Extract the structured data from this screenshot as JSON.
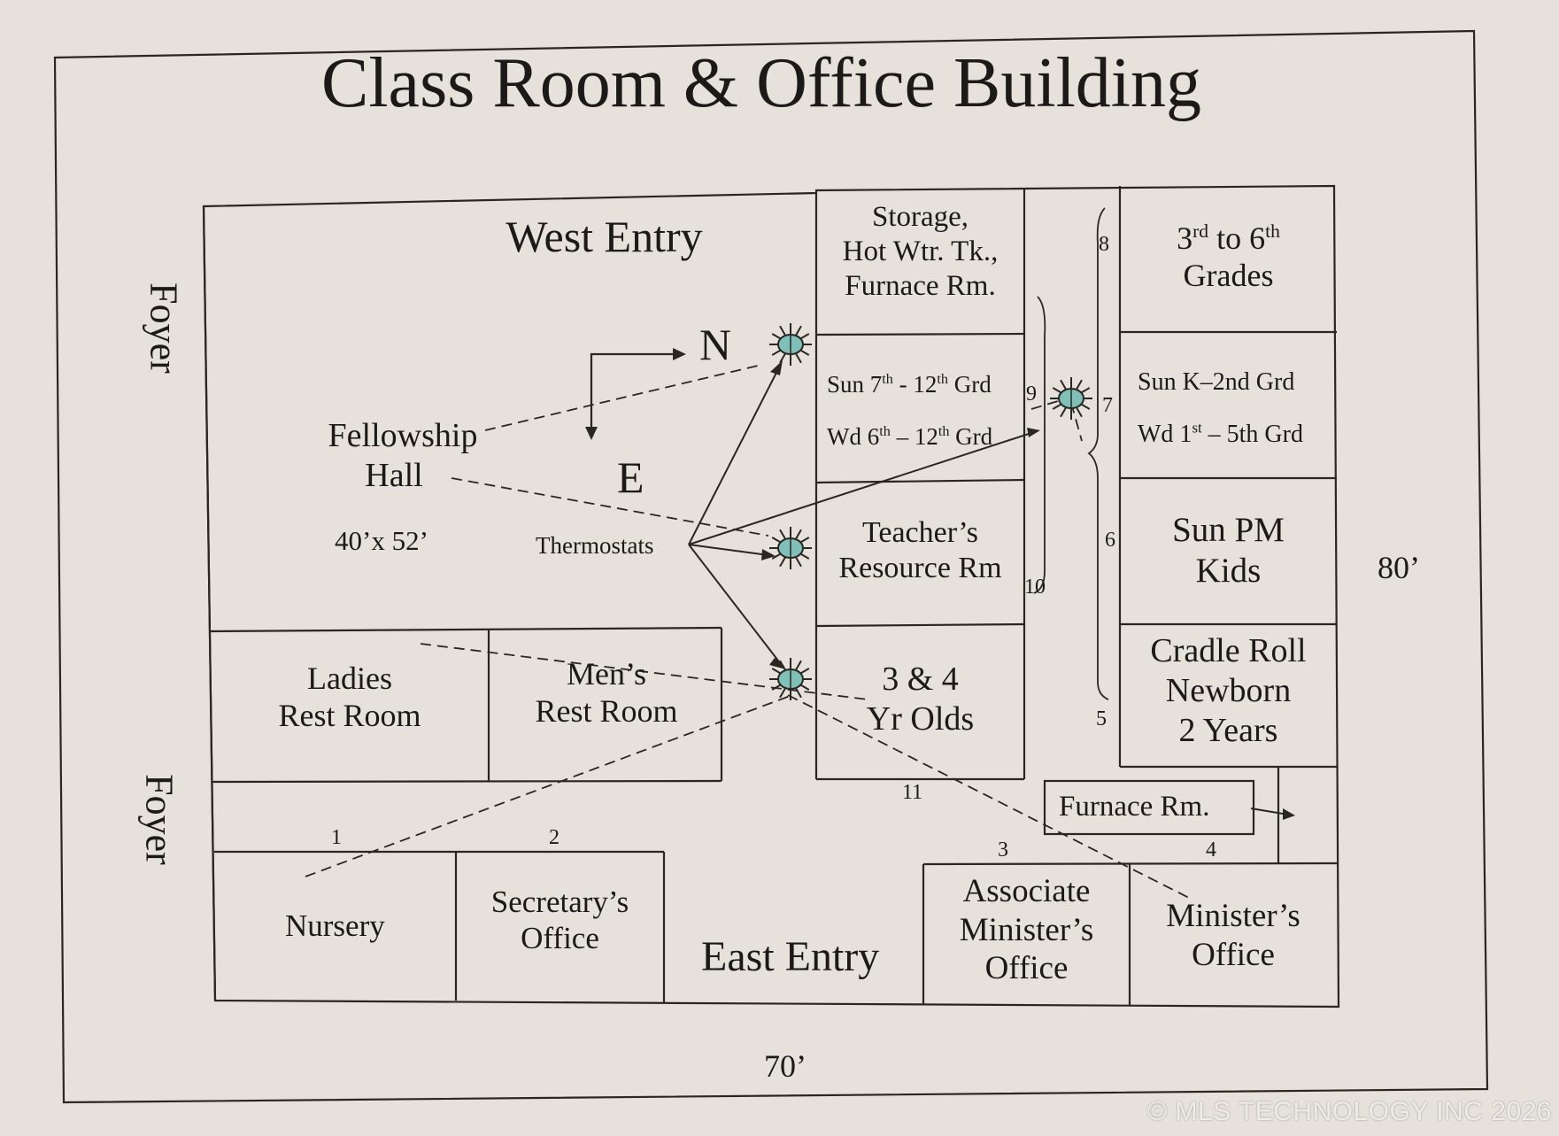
{
  "title": "Class Room & Office Building",
  "dimensions": {
    "width_label": "70’",
    "depth_label": "80’"
  },
  "rooms": {
    "west_entry": "West Entry",
    "fellowship_hall": {
      "line1": "Fellowship",
      "line2": "Hall",
      "size": "40’x 52’"
    },
    "thermostats": "Thermostats",
    "compass": {
      "north": "N",
      "east": "E"
    },
    "foyer": "Foyer",
    "storage": {
      "line1": "Storage,",
      "line2": "Hot Wtr. Tk.,",
      "line3": "Furnace Rm."
    },
    "sun_7_12": {
      "pre": "Sun 7",
      "sup1": "th",
      "mid": " - 12",
      "sup2": "th",
      "post": " Grd"
    },
    "wd_6_12": {
      "pre": "Wd 6",
      "sup1": "th",
      "mid": " – 12",
      "sup2": "th",
      "post": " Grd"
    },
    "grades_3_6": {
      "pre": "3",
      "sup1": "rd",
      "mid": " to 6",
      "sup2": "th",
      "line2": "Grades"
    },
    "sun_k_2": "Sun K–2nd Grd",
    "wd_1_5": {
      "pre": "Wd 1",
      "sup1": "st",
      "mid": " – 5th Grd"
    },
    "teachers_resource": {
      "line1": "Teacher’s",
      "line2": "Resource Rm"
    },
    "sun_pm_kids": {
      "line1": "Sun PM",
      "line2": "Kids"
    },
    "ladies": {
      "line1": "Ladies",
      "line2": "Rest Room"
    },
    "mens": {
      "line1": "Men’s",
      "line2": "Rest Room"
    },
    "yr_olds": {
      "line1": "3 & 4",
      "line2": "Yr Olds"
    },
    "cradle_roll": {
      "line1": "Cradle Roll",
      "line2": "Newborn",
      "line3": "2 Years"
    },
    "furnace_rm": "Furnace Rm.",
    "nursery": "Nursery",
    "secretary": {
      "line1": "Secretary’s",
      "line2": "Office"
    },
    "east_entry": "East Entry",
    "associate": {
      "line1": "Associate",
      "line2": "Minister’s",
      "line3": "Office"
    },
    "minister": {
      "line1": "Minister’s",
      "line2": "Office"
    }
  },
  "numbers": [
    "1",
    "2",
    "3",
    "4",
    "5",
    "6",
    "7",
    "8",
    "9",
    "10",
    "11"
  ],
  "watermark": "© MLS TECHNOLOGY INC 2026",
  "colors": {
    "paper": "#e6e1da",
    "ink": "#1c1a18",
    "thermostat": "#7fc0b8"
  }
}
